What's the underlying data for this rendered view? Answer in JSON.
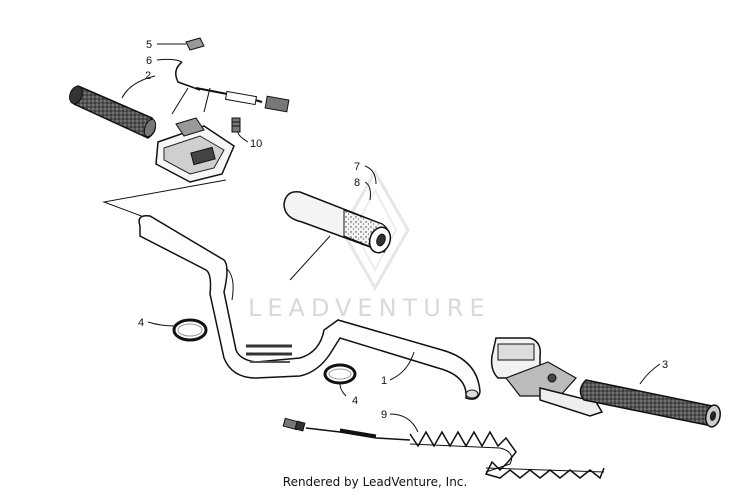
{
  "watermark": "LEADVENTURE",
  "footer": "Rendered by LeadVenture, Inc.",
  "callouts": {
    "c1": "1",
    "c2": "2",
    "c3": "3",
    "c4a": "4",
    "c4b": "4",
    "c5": "5",
    "c6": "6",
    "c7": "7",
    "c8": "8",
    "c9": "9",
    "c10": "10"
  }
}
